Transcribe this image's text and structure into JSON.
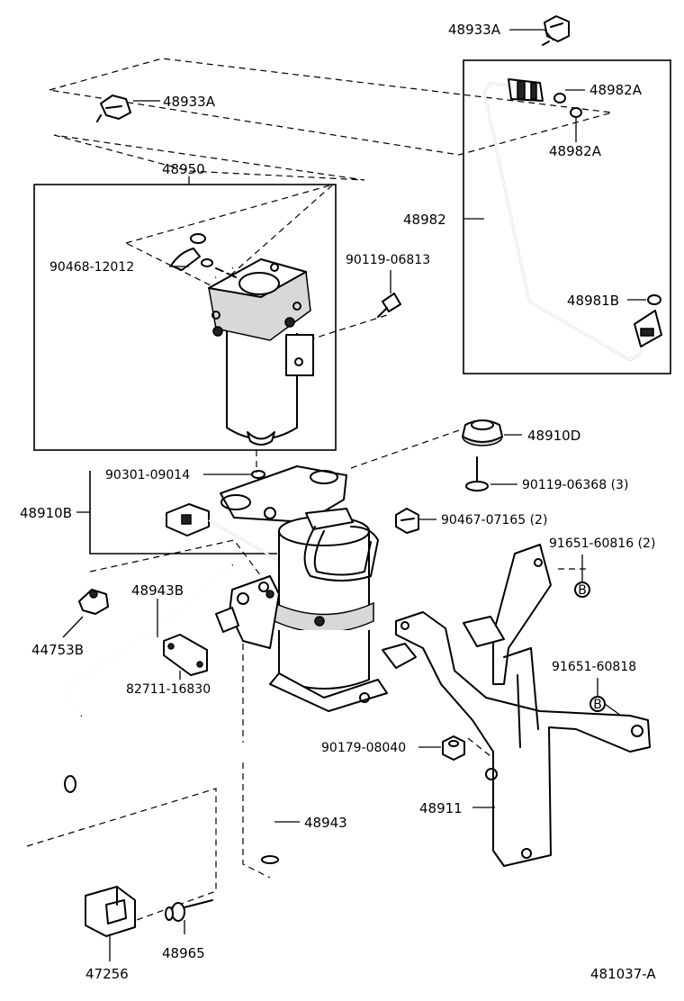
{
  "diagram_code": "481037-A",
  "labels": {
    "p48933A_top": "48933A",
    "p48982A_1": "48982A",
    "p48982A_2": "48982A",
    "p48933A_left": "48933A",
    "p48950": "48950",
    "p48982": "48982",
    "p90468": "90468-12012",
    "p90119_06813": "90119-06813",
    "p48981B": "48981B",
    "p48910D": "48910D",
    "p90301": "90301-09014",
    "p90119_06368": "90119-06368 (3)",
    "p48910B": "48910B",
    "p90467": "90467-07165 (2)",
    "p91651_60816": "91651-60816 (2)",
    "p48943B": "48943B",
    "p44753B": "44753B",
    "p82711": "82711-16830",
    "p91651_60818": "91651-60818",
    "p90179": "90179-08040",
    "p48911": "48911",
    "p48943": "48943",
    "p47256": "47256",
    "p48965": "48965",
    "marker_b1": "B",
    "marker_b2": "B"
  }
}
